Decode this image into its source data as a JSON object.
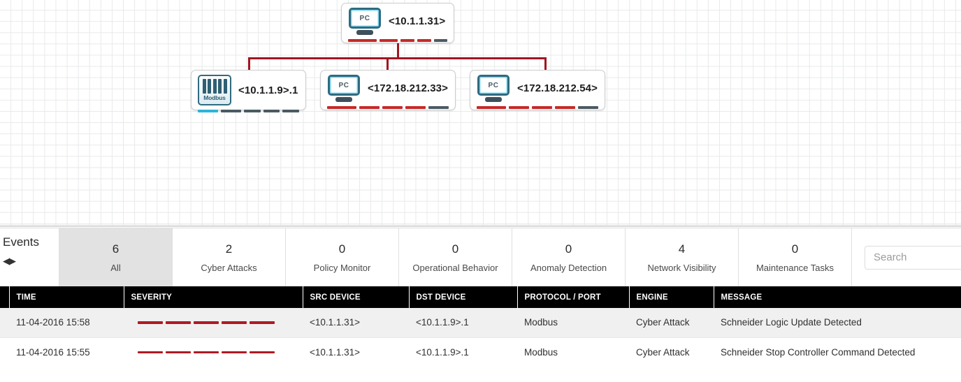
{
  "topology": {
    "grid_color": "#e8e9ea",
    "connector_color": "#a01621",
    "nodes": [
      {
        "id": "root",
        "icon": "pc-icon",
        "icon_text": "PC",
        "label": "<10.1.1.31>",
        "strip": [
          "#c62828",
          "#c62828",
          "#c62828",
          "#c62828",
          "#4b5a63"
        ]
      },
      {
        "id": "plc",
        "icon": "modbus-icon",
        "icon_text": "Modbus",
        "label": "<10.1.1.9>.1",
        "strip": [
          "#29b6d8",
          "#4b5a63",
          "#4b5a63",
          "#4b5a63",
          "#4b5a63"
        ]
      },
      {
        "id": "host-33",
        "icon": "pc-icon",
        "icon_text": "PC",
        "label": "<172.18.212.33>",
        "strip": [
          "#c62828",
          "#c62828",
          "#c62828",
          "#c62828",
          "#4b5a63"
        ]
      },
      {
        "id": "host-54",
        "icon": "pc-icon",
        "icon_text": "PC",
        "label": "<172.18.212.54>",
        "strip": [
          "#c62828",
          "#c62828",
          "#c62828",
          "#c62828",
          "#4b5a63"
        ]
      }
    ]
  },
  "events": {
    "title": "Events",
    "prev_arrow": "◀",
    "next_arrow": "▶",
    "tabs": [
      {
        "count": "6",
        "label": "All",
        "selected": true
      },
      {
        "count": "2",
        "label": "Cyber Attacks",
        "selected": false
      },
      {
        "count": "0",
        "label": "Policy Monitor",
        "selected": false
      },
      {
        "count": "0",
        "label": "Operational Behavior",
        "selected": false
      },
      {
        "count": "0",
        "label": "Anomaly Detection",
        "selected": false
      },
      {
        "count": "4",
        "label": "Network Visibility",
        "selected": false
      },
      {
        "count": "0",
        "label": "Maintenance Tasks",
        "selected": false
      }
    ],
    "search": {
      "value": "",
      "placeholder": "Search"
    }
  },
  "table": {
    "columns": [
      "TIME",
      "SEVERITY",
      "SRC DEVICE",
      "DST DEVICE",
      "PROTOCOL / PORT",
      "ENGINE",
      "MESSAGE"
    ],
    "severity_color": "#b01a22",
    "rows": [
      {
        "time": "11-04-2016 15:58",
        "severity": 5,
        "src_device": "<10.1.1.31>",
        "dst_device": "<10.1.1.9>.1",
        "protocol_port": "Modbus",
        "engine": "Cyber Attack",
        "message": "Schneider Logic Update Detected"
      },
      {
        "time": "11-04-2016 15:55",
        "severity": 5,
        "src_device": "<10.1.1.31>",
        "dst_device": "<10.1.1.9>.1",
        "protocol_port": "Modbus",
        "engine": "Cyber Attack",
        "message": "Schneider Stop Controller Command Detected"
      }
    ]
  }
}
